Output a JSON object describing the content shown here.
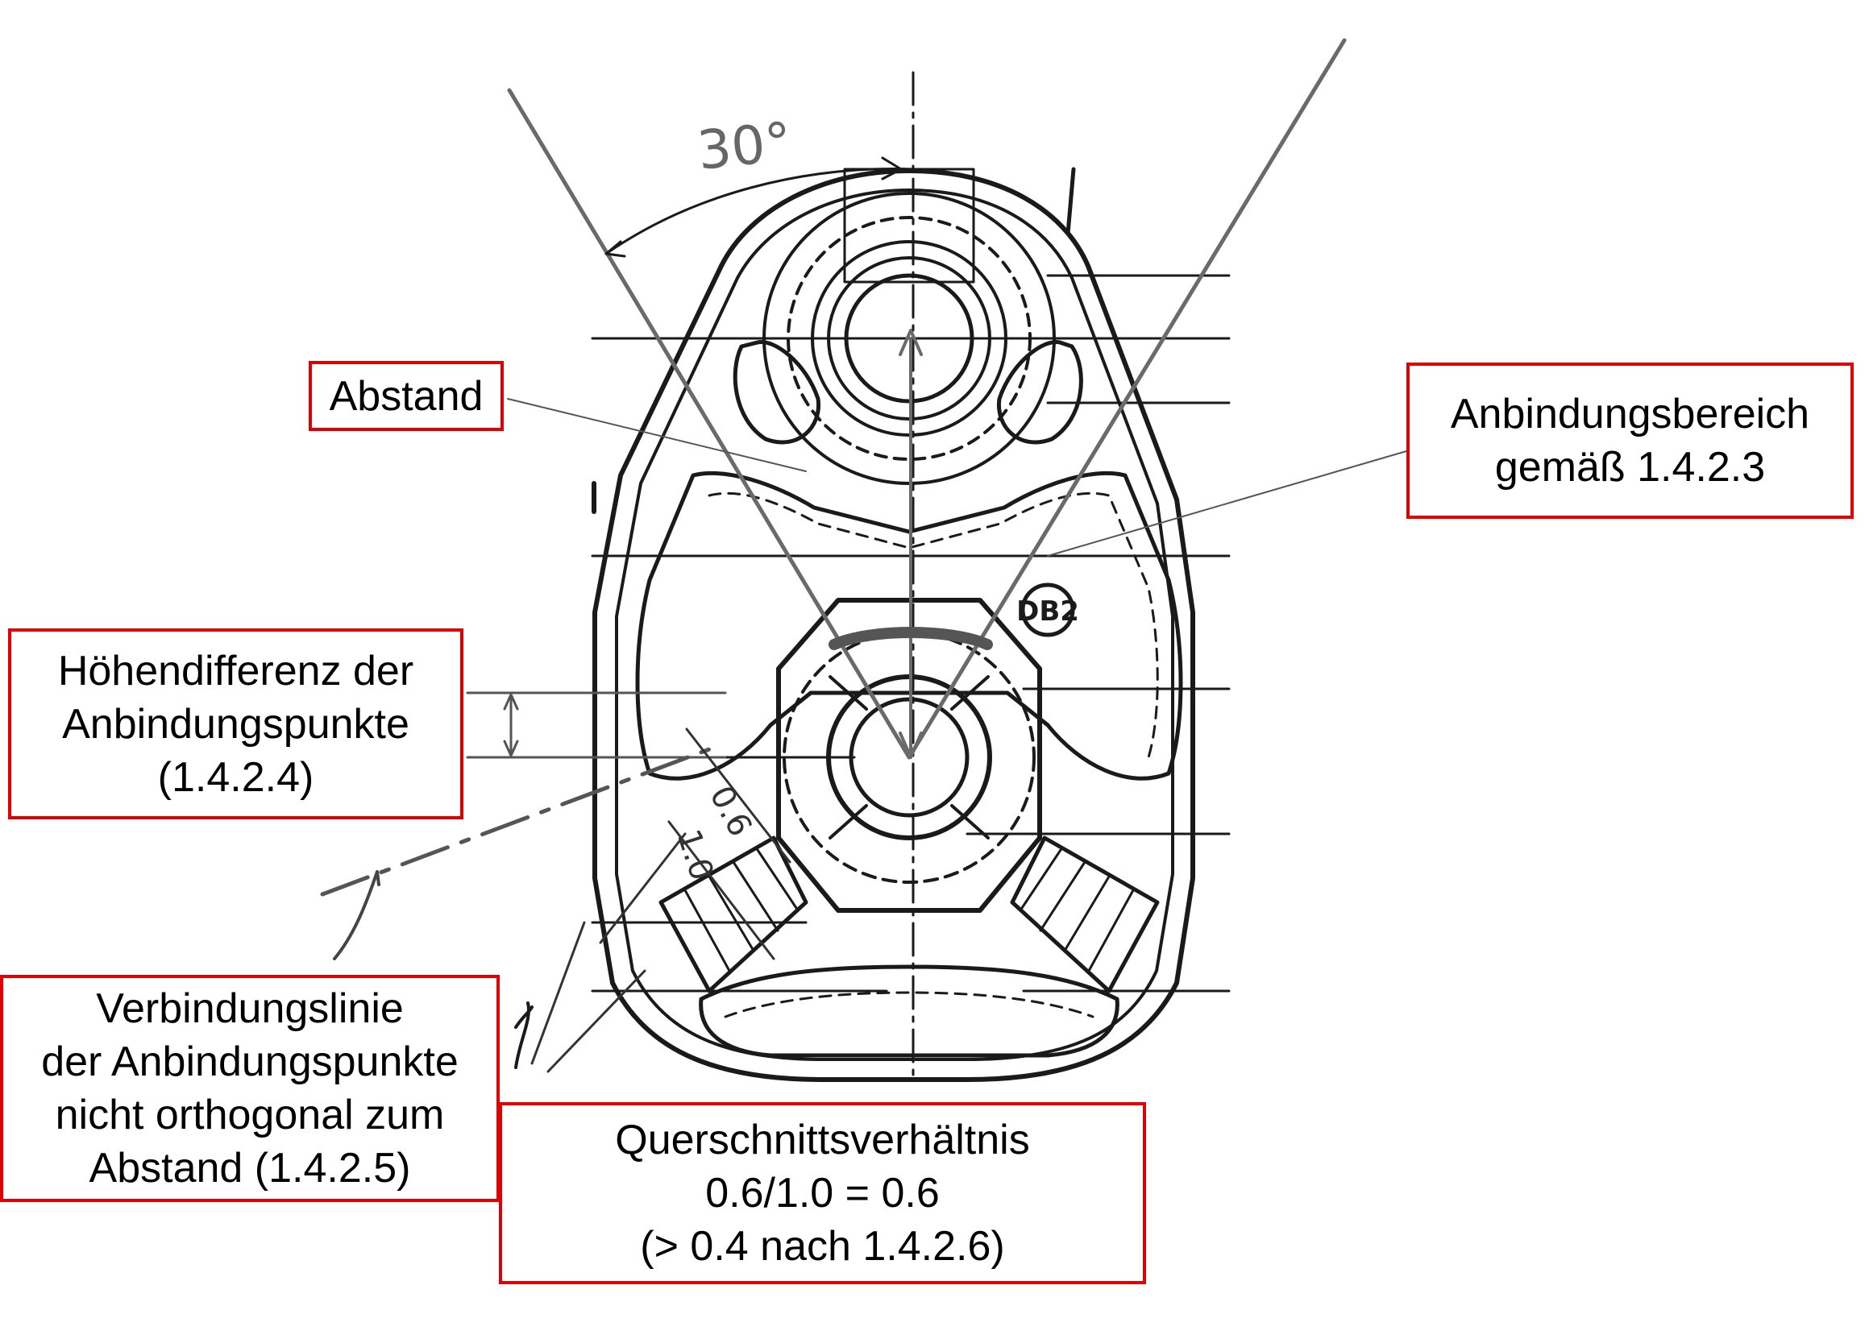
{
  "drawing": {
    "angle_label": "30°",
    "part_marking": "DB2",
    "dim_small": "0.6",
    "dim_large": "1.0"
  },
  "callouts": {
    "abstand": {
      "lines": [
        "Abstand"
      ]
    },
    "anbindungsbereich": {
      "lines": [
        "Anbindungsbereich",
        "gemäß 1.4.2.3"
      ]
    },
    "hoehendifferenz": {
      "lines": [
        "Höhendifferenz der",
        "Anbindungspunkte",
        "(1.4.2.4)"
      ]
    },
    "verbindungslinie": {
      "lines": [
        "Verbindungslinie",
        "der Anbindungspunkte",
        "nicht orthogonal zum",
        "Abstand (1.4.2.5)"
      ]
    },
    "querschnitt": {
      "lines": [
        "Querschnittsverhältnis",
        "0.6/1.0 = 0.6",
        "(> 0.4 nach 1.4.2.6)"
      ]
    }
  },
  "colors": {
    "callout_border": "#e00000",
    "sketch_ink": "#1a1a1a",
    "leader": "#555555"
  }
}
